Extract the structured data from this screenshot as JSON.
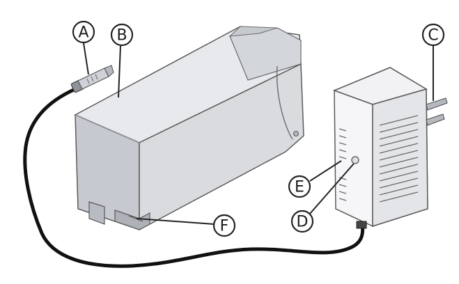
{
  "diagram": {
    "callouts": [
      {
        "id": "A",
        "label": "A"
      },
      {
        "id": "B",
        "label": "B"
      },
      {
        "id": "C",
        "label": "C"
      },
      {
        "id": "D",
        "label": "D"
      },
      {
        "id": "E",
        "label": "E"
      },
      {
        "id": "F",
        "label": "F"
      }
    ],
    "colors": {
      "outline": "#5a5a5a",
      "cable": "#111111",
      "case_light": "#e4e6ea",
      "case_mid": "#c7cad0",
      "case_dark": "#a9adb4",
      "adapter_light": "#f4f4f6",
      "adapter_mid": "#dcdde1",
      "adapter_dark": "#c4c6cb"
    }
  }
}
